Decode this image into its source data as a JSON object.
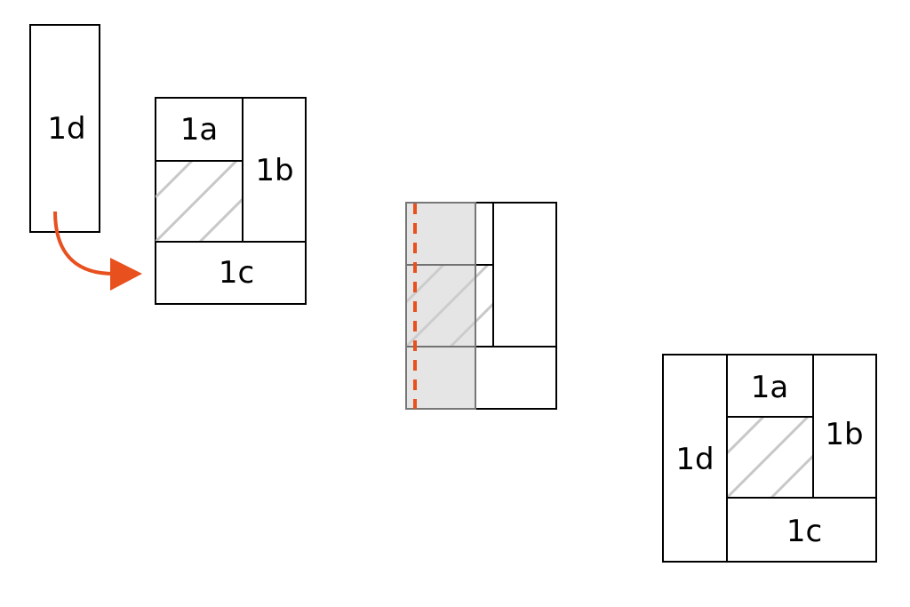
{
  "labels": {
    "d": "1d",
    "a": "1a",
    "b": "1b",
    "c": "1c"
  },
  "colors": {
    "accent": "#e8501e",
    "overlay": "#e4e4e4",
    "hatch": "#c8c8c8"
  }
}
